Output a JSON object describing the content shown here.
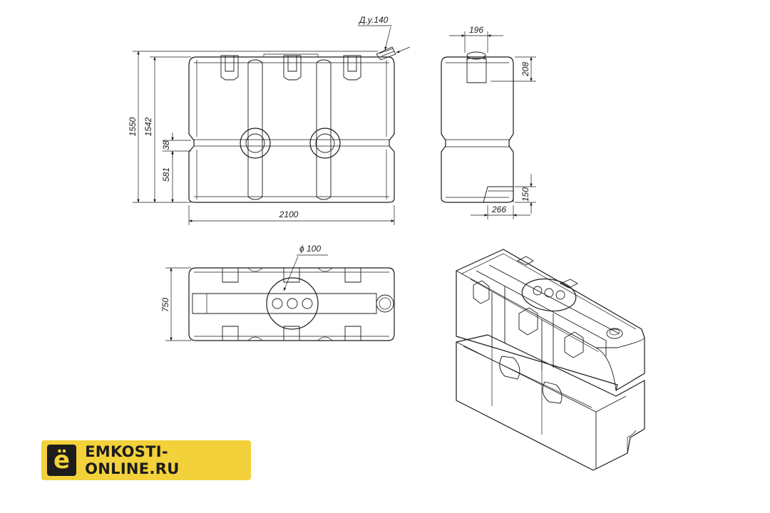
{
  "dimensions": {
    "nominal_diameter": "Д.у.140",
    "overall_height": "1550",
    "body_height": "1542",
    "rib_offset": "38",
    "lower_height": "581",
    "length": "2100",
    "side_top_width": "196",
    "side_top_height": "208",
    "side_foot_height": "150",
    "side_foot_width": "266",
    "hole_diameter": "ϕ 100",
    "width": "750"
  },
  "logo": {
    "mark": "ё",
    "text": "EMKOSTI-ONLINE.RU",
    "background": "#f2d13a",
    "mark_background": "#1c1c1c"
  }
}
